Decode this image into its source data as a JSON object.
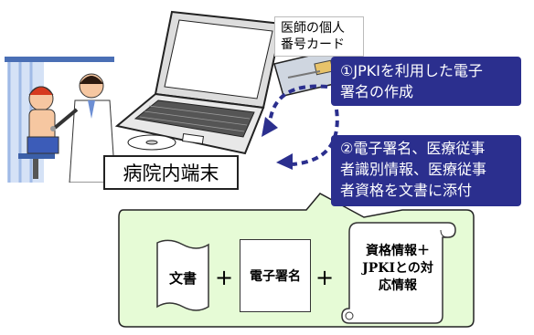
{
  "terminal": {
    "label": "病院内端末"
  },
  "card": {
    "line1": "医師の個人",
    "line2": "番号カード"
  },
  "steps": [
    {
      "text_line1": "①JPKIを利用した電子",
      "text_line2": "署名の作成"
    },
    {
      "text_line1": "②電子署名、医療従事",
      "text_line2": "者識別情報、医療従事",
      "text_line3": "者資格を文書に添付"
    }
  ],
  "bundle": {
    "document_label": "文書",
    "signature_label": "電子署名",
    "plus_sign": "+",
    "qualification_line1": "資格情報＋",
    "qualification_line2": "JPKIとの対",
    "qualification_line3": "応情報"
  },
  "colors": {
    "step_box": "#2b2f8e",
    "callout_fill": "#e6fbd6",
    "callout_stroke": "#222222",
    "cycle_arrow": "#2b2f8e"
  }
}
